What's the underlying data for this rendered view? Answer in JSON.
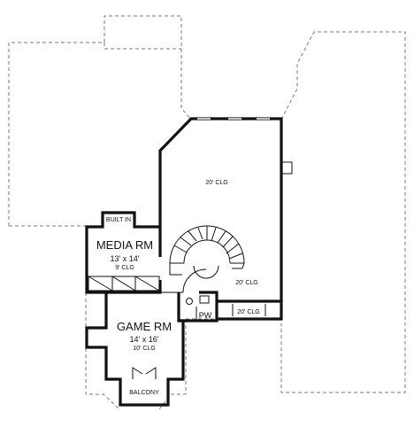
{
  "rooms": {
    "media": {
      "name": "MEDIA RM",
      "dims": "13' x 14'",
      "clg": "9' CLG"
    },
    "game": {
      "name": "GAME RM",
      "dims": "14' x 16'",
      "clg": "10' CLG"
    },
    "built_in": "BUILT IN",
    "balcony": "BALCONY",
    "powder": "PW"
  },
  "ceilings": {
    "upper": "20' CLG",
    "stair": "20' CLG",
    "bridge": "20' CLG"
  }
}
